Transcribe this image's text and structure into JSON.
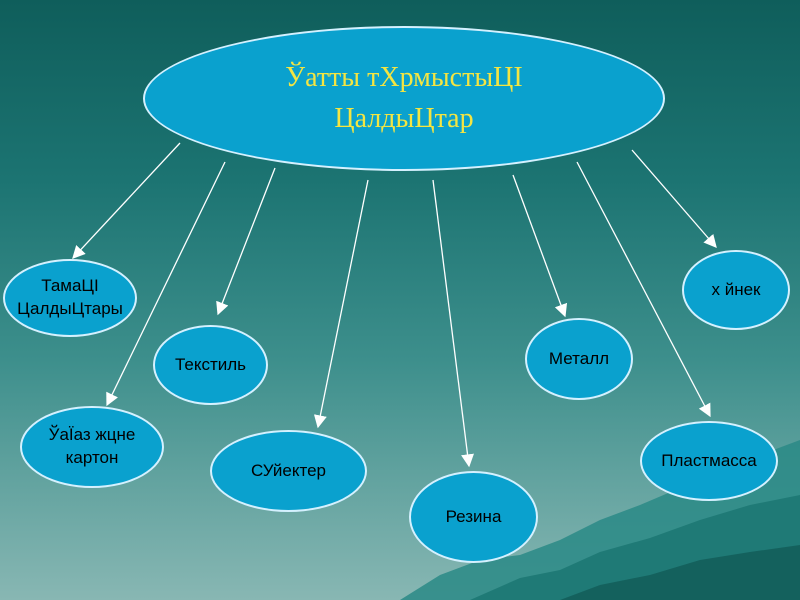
{
  "diagram": {
    "center": "Ўатты тХрмыстыЦІ\nЦалдыЦтар",
    "nodes": {
      "food": "ТамаЦІ\nЦалдыЦтары",
      "textile": "Текстиль",
      "paper": "ЎаЇаз жцне\nкартон",
      "glass": "СУйектер",
      "rubber": "Резина",
      "metal": "Металл",
      "plastic": "Пластмасса",
      "bone": "х йнек"
    }
  },
  "colors": {
    "background_top": "#0f5e5b",
    "oval_fill": "#0aa1ce",
    "oval_border": "#d4f1ff",
    "center_text": "#f4e542"
  }
}
